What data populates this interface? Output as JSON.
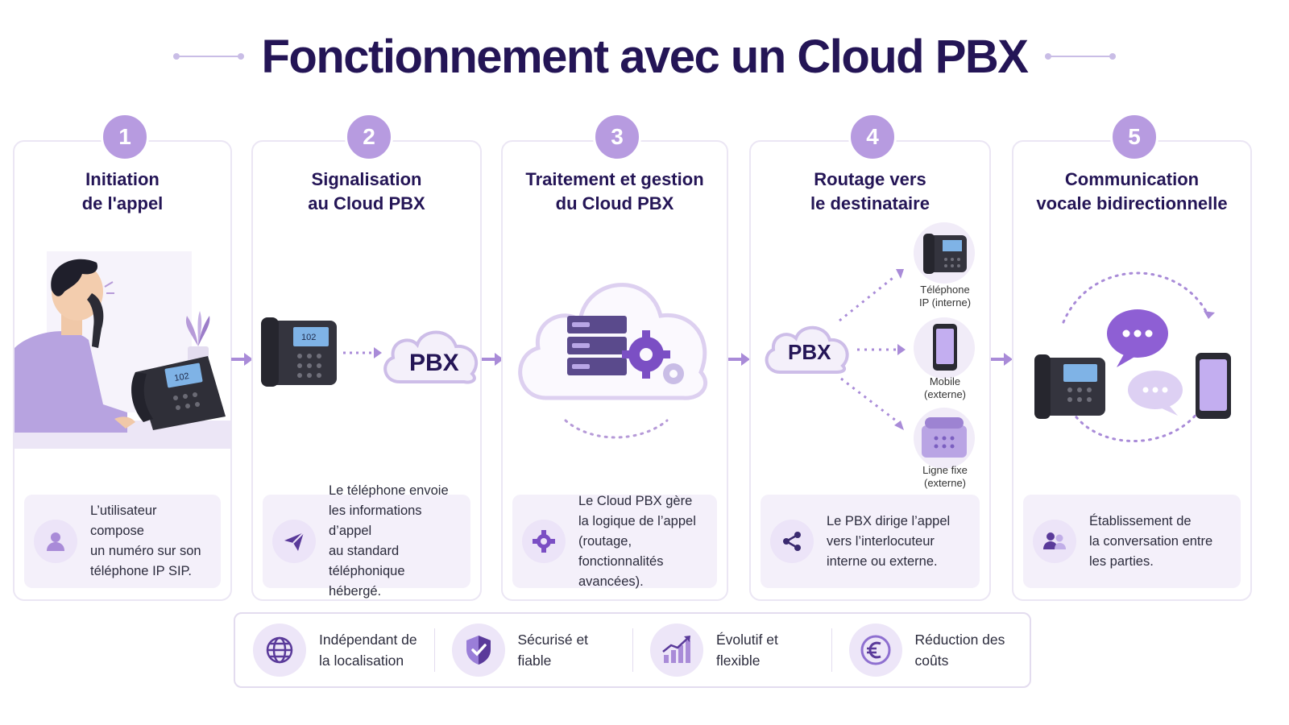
{
  "title": "Fonctionnement avec un Cloud PBX",
  "steps": [
    {
      "number": "1",
      "title": [
        "Initiation",
        "de l'appel"
      ],
      "description": [
        "L’utilisateur compose",
        "un numéro sur son",
        "téléphone IP SIP."
      ]
    },
    {
      "number": "2",
      "title": [
        "Signalisation",
        "au Cloud PBX"
      ],
      "description": [
        "Le téléphone envoie",
        "les informations d’appel",
        "au standard téléphonique",
        "hébergé."
      ]
    },
    {
      "number": "3",
      "title": [
        "Traitement et gestion",
        "du Cloud PBX"
      ],
      "description": [
        "Le Cloud PBX gère",
        "la logique de l’appel",
        "(routage, fonctionnalités",
        "avancées)."
      ]
    },
    {
      "number": "4",
      "title": [
        "Routage vers",
        "le destinataire"
      ],
      "description": [
        "Le PBX dirige l’appel",
        "vers l’interlocuteur",
        "interne ou externe."
      ]
    },
    {
      "number": "5",
      "title": [
        "Communication",
        "vocale bidirectionnelle"
      ],
      "description": [
        "Établissement de",
        "la conversation entre",
        "les parties."
      ]
    }
  ],
  "illustrations": {
    "phone_screen": "102",
    "pbx_label": "PBX",
    "destinations": [
      {
        "label": [
          "Téléphone",
          "IP (interne)"
        ],
        "icon": "desk-phone-icon"
      },
      {
        "label": [
          "Mobile",
          "(externe)"
        ],
        "icon": "mobile-phone-icon"
      },
      {
        "label": [
          "Ligne fixe",
          "(externe)"
        ],
        "icon": "landline-phone-icon"
      }
    ]
  },
  "features": [
    {
      "icon": "globe-icon",
      "text": [
        "Indépendant de",
        "la localisation"
      ]
    },
    {
      "icon": "shield-check-icon",
      "text": [
        "Sécurisé et",
        "fiable"
      ]
    },
    {
      "icon": "growth-chart-icon",
      "text": [
        "Évolutif et",
        "flexible"
      ]
    },
    {
      "icon": "euro-icon",
      "text": [
        "Réduction des",
        "coûts"
      ]
    }
  ],
  "colors": {
    "accent": "#b79be0",
    "dark": "#241556",
    "purple": "#7b4fc4",
    "light": "#f4f0fa"
  }
}
